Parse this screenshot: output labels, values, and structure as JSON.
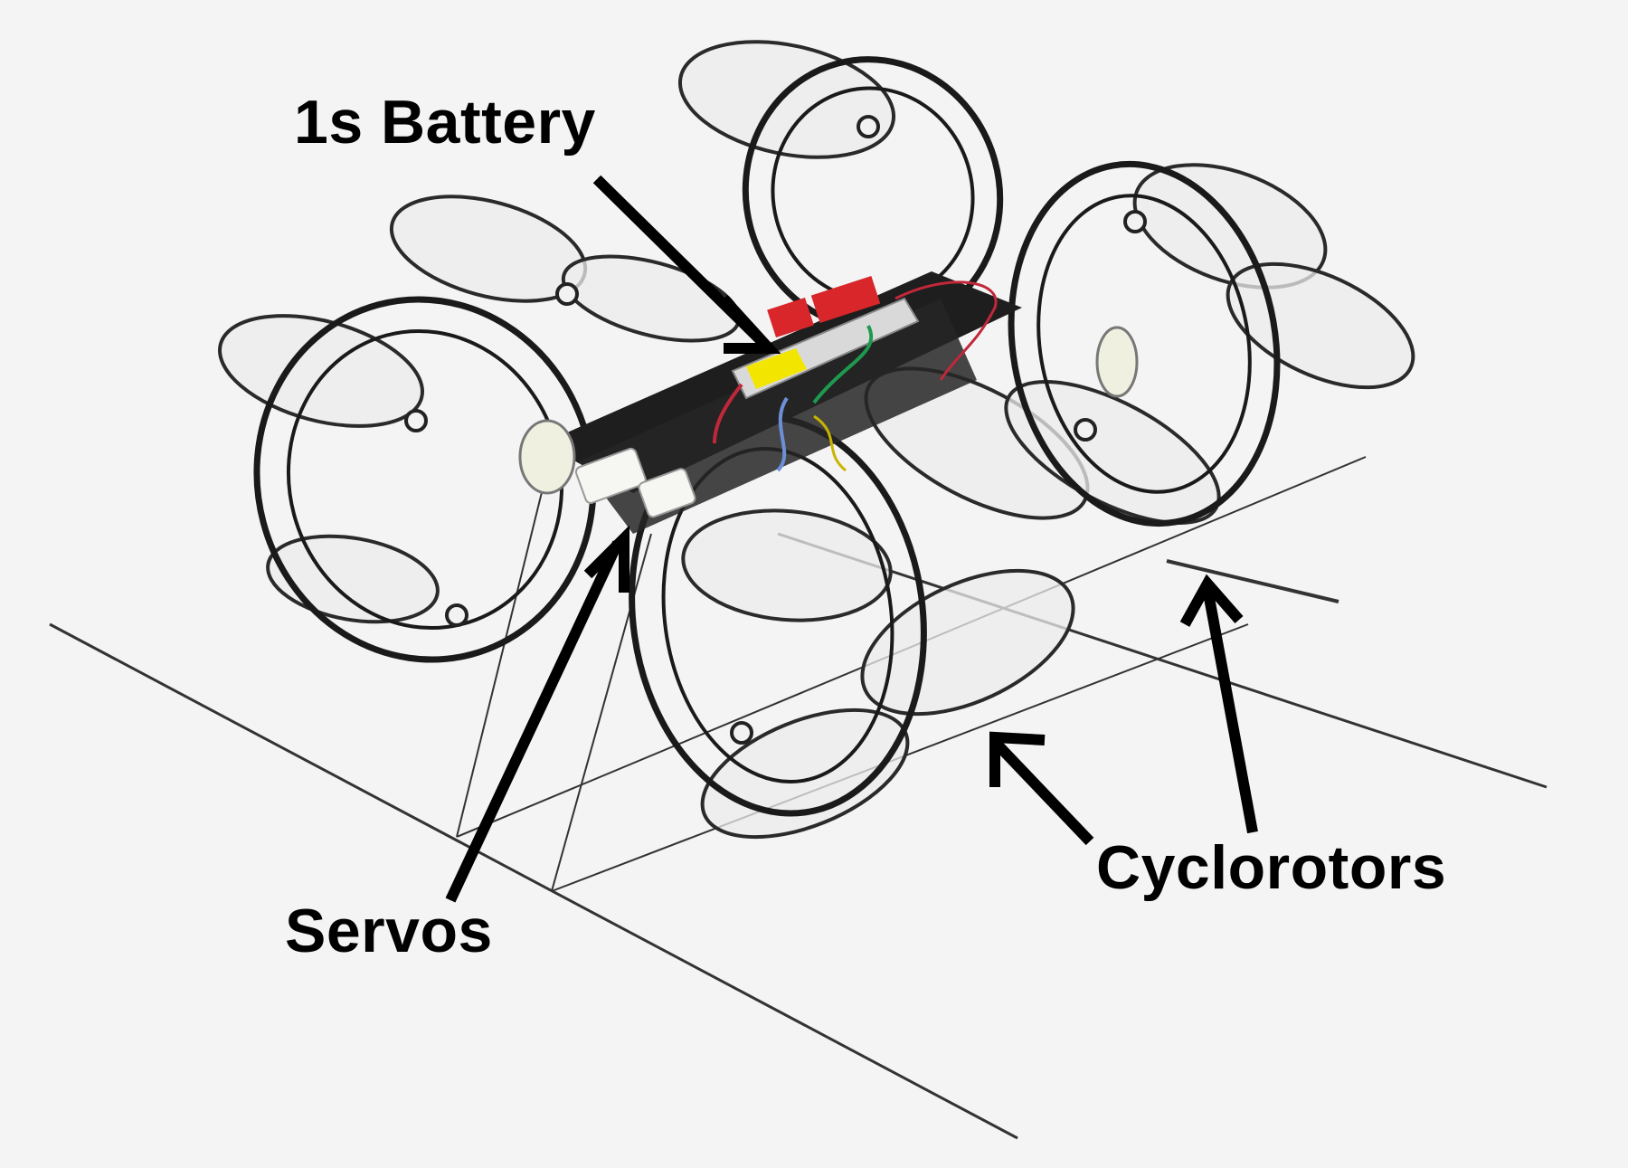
{
  "figure": {
    "subject": "Cyclocopter robot with four cyclorotors on a wire landing frame",
    "background_color": "#f4f4f4",
    "annotations": [
      {
        "id": "battery",
        "label": "1s Battery",
        "points_to": "battery pack on central frame"
      },
      {
        "id": "servos",
        "label": "Servos",
        "points_to": "servo actuators at front of frame"
      },
      {
        "id": "cyclorotors",
        "label": "Cyclorotors",
        "points_to": "rotor blades (two arrows)"
      }
    ],
    "colors": {
      "frame": "#1a1a1a",
      "blade_fill": "#e8e8e8",
      "battery_label": "#f2e600",
      "connector": "#d8262a",
      "wire_green": "#1d9a4e",
      "wire_blue": "#6d8fd8",
      "wire_red": "#c0283a",
      "wire_yellow": "#c9b400",
      "arrow": "#000000"
    }
  }
}
